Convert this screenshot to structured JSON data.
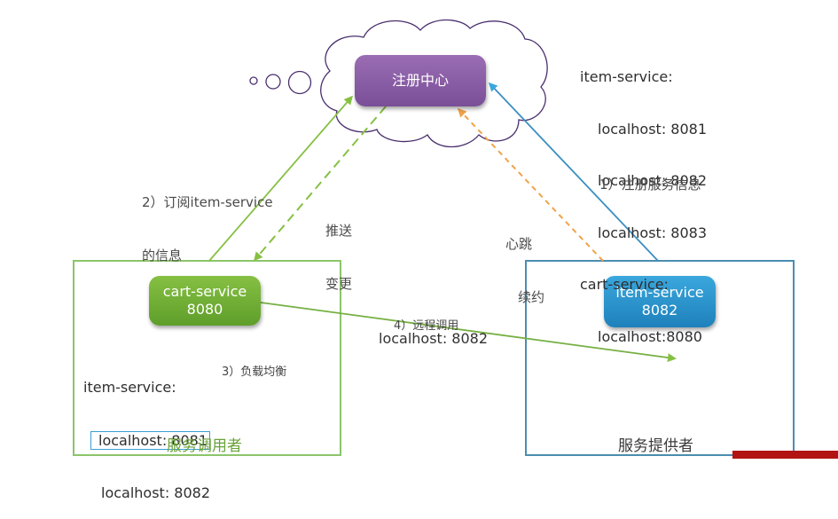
{
  "registry": {
    "label": "注册中心",
    "services": [
      {
        "name": "item-service:",
        "instances": [
          "localhost: 8081",
          "localhost: 8082",
          "localhost: 8083"
        ]
      },
      {
        "name": "cart-service:",
        "instances": [
          "localhost:8080"
        ]
      }
    ]
  },
  "consumer": {
    "box_title": "服务调用者",
    "node_name": "cart-service",
    "node_port": "8080",
    "cache_service": "item-service:",
    "cache_instances": [
      "localhost: 8081",
      "localhost: 8082"
    ],
    "selected_instance_index": 0
  },
  "provider": {
    "box_title": "服务提供者",
    "node_name": "item-service",
    "node_port": "8082"
  },
  "edges": {
    "register": "1）注册服务信息",
    "subscribe_line1": "2）订阅item-service",
    "subscribe_line2": "的信息",
    "push_line1": "推送",
    "push_line2": "变更",
    "heartbeat_line1": "心跳",
    "heartbeat_line2": "续约",
    "load_balance": "3）负载均衡",
    "remote_call_line1": "4）远程调用",
    "remote_call_line2": "localhost: 8082"
  },
  "colors": {
    "registry": "#8a5ea8",
    "consumer": "#76b043",
    "provider": "#2b93cc",
    "consumer_border": "#8cc56a",
    "provider_border": "#4a8db0",
    "heartbeat": "#f0a24a",
    "cloud_outline": "#4a2f6e"
  }
}
